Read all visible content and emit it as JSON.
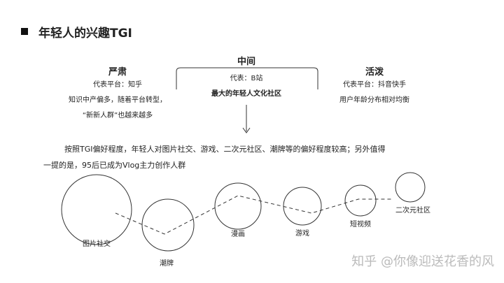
{
  "title": "年轻人的兴趣TGI",
  "left": {
    "heading": "严肃",
    "lines": [
      "代表平台：知乎",
      "知识中产偏多，随着平台转型，",
      "“新新人群”也越来越多"
    ]
  },
  "middle": {
    "heading": "中间",
    "lines": [
      "代表：B站",
      "最大的年轻人文化社区"
    ]
  },
  "right": {
    "heading": "活泼",
    "lines": [
      "代表平台：抖音快手",
      "用户年龄分布相对均衡"
    ]
  },
  "paragraph": [
    "按照TGI偏好程度，年轻人对图片社交、游戏、二次元社区、潮牌等的偏好程度较高；另外值得",
    "一提的是，95后已成为Vlog主力创作人群"
  ],
  "bubbles": [
    {
      "label": "图片社交"
    },
    {
      "label": "潮牌"
    },
    {
      "label": "漫画"
    },
    {
      "label": "游戏"
    },
    {
      "label": "短视频"
    },
    {
      "label": "二次元社区"
    }
  ],
  "watermark": "知乎 @你像迎送花香的风"
}
